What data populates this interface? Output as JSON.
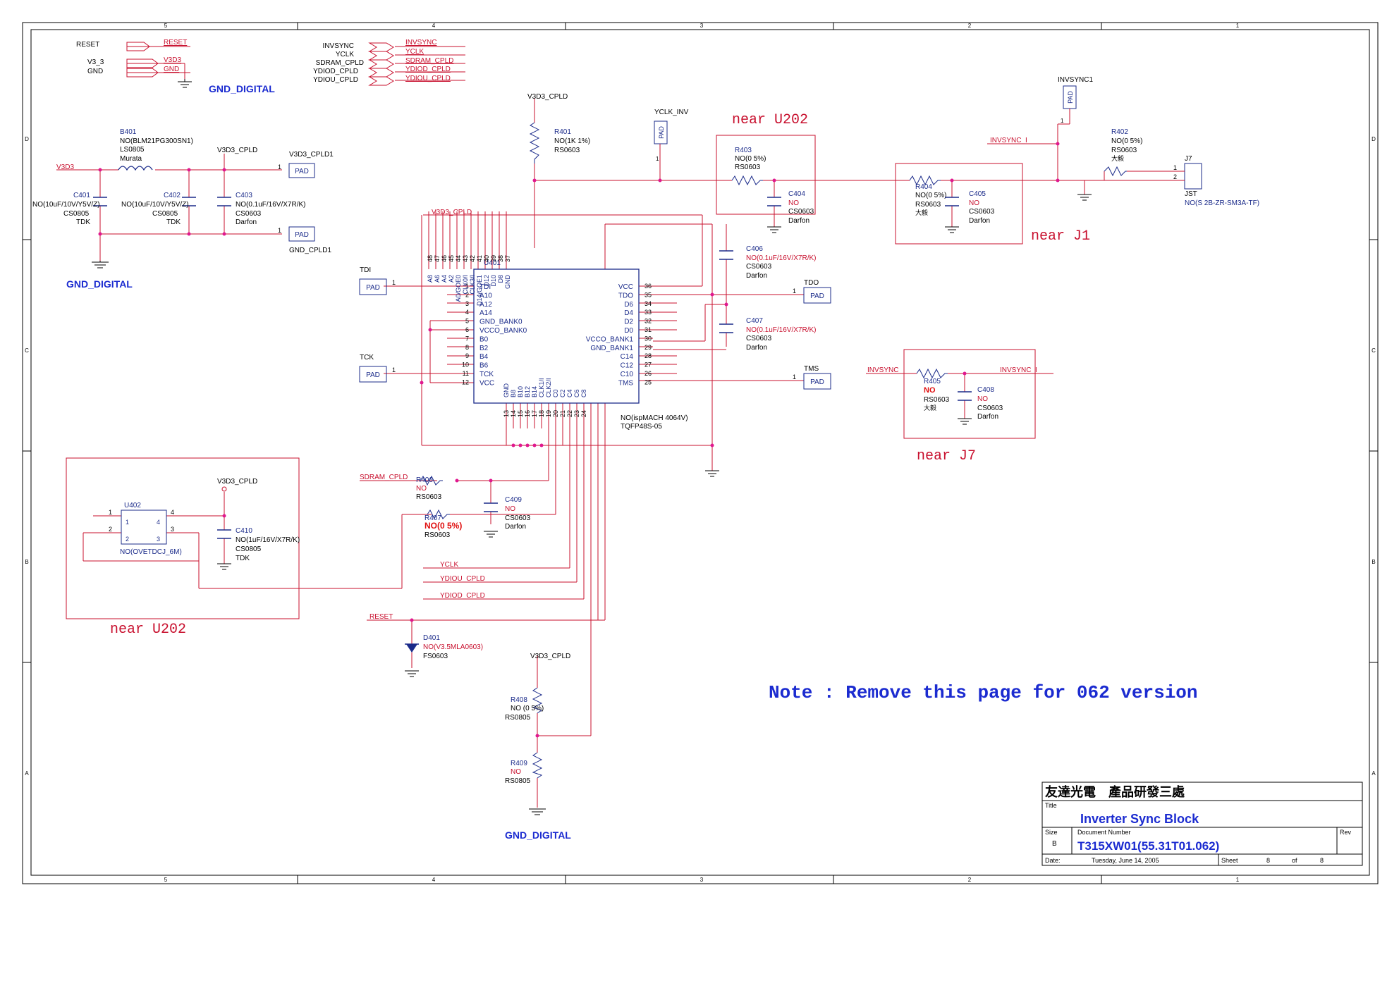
{
  "title_block": {
    "company": "友達光電　產品研發三處",
    "title_label": "Title",
    "title": "Inverter Sync Block",
    "size_label": "Size",
    "size": "B",
    "docnum_label": "Document Number",
    "docnum": "T315XW01(55.31T01.062)",
    "rev_label": "Rev",
    "date_label": "Date:",
    "date": "Tuesday, June 14, 2005",
    "sheet_label": "Sheet",
    "sheet": "8",
    "of_label": "of",
    "of": "8"
  },
  "note": "Note : Remove this  page for 062 version",
  "zones": {
    "cols": [
      "5",
      "4",
      "3",
      "2",
      "1"
    ],
    "rows": [
      "D",
      "C",
      "B",
      "A"
    ]
  },
  "ports_left": {
    "reset": "RESET",
    "v3_3": "V3_3",
    "gnd": "GND",
    "gnd_digital": "GND_DIGITAL",
    "port_reset": "RESET",
    "port_v3d3": "V3D3",
    "port_gnd": "GND"
  },
  "ports_mid": {
    "labels": [
      "INVSYNC",
      "YCLK",
      "SDRAM_CPLD",
      "YDIOD_CPLD",
      "YDIOU_CPLD"
    ],
    "flags": [
      "INVSYNC",
      "YCLK",
      "SDRAM_CPLD",
      "YDIOD_CPLD",
      "YDIOU_CPLD"
    ]
  },
  "power": {
    "v3d3": "V3D3",
    "v3d3_cpld": "V3D3_CPLD",
    "v3d3_cpld_top": "V3D3_CPLD",
    "v3d3_cpld_u402": "V3D3_CPLD",
    "v3d3_cpld_r408": "V3D3_CPLD",
    "v3d3_cpld_box": "V3D3_CPLD",
    "gnd_digital_1": "GND_DIGITAL",
    "gnd_digital_2": "GND_DIGITAL"
  },
  "b401": {
    "ref": "B401",
    "val": "NO(BLM21PG300SN1)",
    "pkg": "LS0805",
    "mfr": "Murata"
  },
  "c401": {
    "ref": "C401",
    "val": "NO(10uF/10V/Y5V/Z)",
    "pkg": "CS0805",
    "mfr": "TDK"
  },
  "c402": {
    "ref": "C402",
    "val": "NO(10uF/10V/Y5V/Z)",
    "pkg": "CS0805",
    "mfr": "TDK"
  },
  "c403": {
    "ref": "C403",
    "val": "NO(0.1uF/16V/X7R/K)",
    "pkg": "CS0603",
    "mfr": "Darfon"
  },
  "pads": {
    "pad_text": "PAD",
    "v3d3_cpld1": "V3D3_CPLD1",
    "gnd_cpld1": "GND_CPLD1",
    "tdi": "TDI",
    "tck": "TCK",
    "tdo": "TDO",
    "tms": "TMS",
    "yclk_inv": "YCLK_INV",
    "invsync1": "INVSYNC1"
  },
  "r401": {
    "ref": "R401",
    "val": "NO(1K 1%)",
    "pkg": "RS0603"
  },
  "r402": {
    "ref": "R402",
    "val": "NO(0 5%)",
    "pkg": "RS0603",
    "mfr": "大毅"
  },
  "r403": {
    "ref": "R403",
    "val": "NO(0 5%)",
    "pkg": "RS0603"
  },
  "r404": {
    "ref": "R404",
    "val": "NO(0 5%)",
    "pkg": "RS0603",
    "mfr": "大毅"
  },
  "r405": {
    "ref": "R405",
    "val": "NO",
    "pkg": "RS0603",
    "mfr": "大毅"
  },
  "r406": {
    "ref": "R406",
    "val": "NO",
    "pkg": "RS0603"
  },
  "r407": {
    "ref": "R407",
    "val": "NO(0 5%)",
    "pkg": "RS0603"
  },
  "r408": {
    "ref": "R408",
    "val": "NO (0 5%)",
    "pkg": "RS0805"
  },
  "r409": {
    "ref": "R409",
    "val": "NO",
    "pkg": "RS0805"
  },
  "c404": {
    "ref": "C404",
    "val": "NO",
    "pkg": "CS0603",
    "mfr": "Darfon"
  },
  "c405": {
    "ref": "C405",
    "val": "NO",
    "pkg": "CS0603",
    "mfr": "Darfon"
  },
  "c406": {
    "ref": "C406",
    "val": "NO(0.1uF/16V/X7R/K)",
    "pkg": "CS0603",
    "mfr": "Darfon"
  },
  "c407": {
    "ref": "C407",
    "val": "NO(0.1uF/16V/X7R/K)",
    "pkg": "CS0603",
    "mfr": "Darfon"
  },
  "c408": {
    "ref": "C408",
    "val": "NO",
    "pkg": "CS0603",
    "mfr": "Darfon"
  },
  "c409": {
    "ref": "C409",
    "val": "NO",
    "pkg": "CS0603",
    "mfr": "Darfon"
  },
  "c410": {
    "ref": "C410",
    "val": "NO(1uF/16V/X7R/K)",
    "pkg": "CS0805",
    "mfr": "TDK"
  },
  "d401": {
    "ref": "D401",
    "val": "NO(V3.5MLA0603)",
    "pkg": "FS0603"
  },
  "j7": {
    "ref": "J7",
    "mfr": "JST",
    "val": "NO(S 2B-ZR-SM3A-TF)",
    "pin1": "1",
    "pin2": "2"
  },
  "nets": {
    "invsync_i": "INVSYNC_I",
    "invsync_i2": "INVSYNC_I",
    "invsync": "INVSYNC",
    "sdram_cpld": "SDRAM_CPLD",
    "reset": "RESET",
    "yclk": "YCLK",
    "ydiou_cpld": "YDIOU_CPLD",
    "ydiod_cpld": "YDIOD_CPLD"
  },
  "near_labels": {
    "u202_top": "near U202",
    "j1": "near J1",
    "j7": "near J7",
    "u202_bottom": "near U202"
  },
  "u401": {
    "ref": "U401",
    "val": "NO(ispMACH 4064V)",
    "pkg": "TQFP48S-05",
    "left": [
      {
        "num": "1",
        "name": "TDI"
      },
      {
        "num": "2",
        "name": "A10"
      },
      {
        "num": "3",
        "name": "A12"
      },
      {
        "num": "4",
        "name": "A14"
      },
      {
        "num": "5",
        "name": "GND_BANK0"
      },
      {
        "num": "6",
        "name": "VCCO_BANK0"
      },
      {
        "num": "7",
        "name": "B0"
      },
      {
        "num": "8",
        "name": "B2"
      },
      {
        "num": "9",
        "name": "B4"
      },
      {
        "num": "10",
        "name": "B6"
      },
      {
        "num": "11",
        "name": "TCK"
      },
      {
        "num": "12",
        "name": "VCC"
      }
    ],
    "right": [
      {
        "num": "36",
        "name": "VCC"
      },
      {
        "num": "35",
        "name": "TDO"
      },
      {
        "num": "34",
        "name": "D6"
      },
      {
        "num": "33",
        "name": "D4"
      },
      {
        "num": "32",
        "name": "D2"
      },
      {
        "num": "31",
        "name": "D0"
      },
      {
        "num": "30",
        "name": "VCCO_BANK1"
      },
      {
        "num": "29",
        "name": "GND_BANK1"
      },
      {
        "num": "28",
        "name": "C14"
      },
      {
        "num": "27",
        "name": "C12"
      },
      {
        "num": "26",
        "name": "C10"
      },
      {
        "num": "25",
        "name": "TMS"
      }
    ],
    "top": [
      {
        "num": "48",
        "name": "A8"
      },
      {
        "num": "47",
        "name": "A6"
      },
      {
        "num": "46",
        "name": "A4"
      },
      {
        "num": "45",
        "name": "A2"
      },
      {
        "num": "44",
        "name": "A0/GOE0"
      },
      {
        "num": "43",
        "name": "CLK0/I"
      },
      {
        "num": "42",
        "name": "CLK3/I"
      },
      {
        "num": "41",
        "name": "D14/GOE1"
      },
      {
        "num": "40",
        "name": "D12"
      },
      {
        "num": "39",
        "name": "D10"
      },
      {
        "num": "38",
        "name": "D8"
      },
      {
        "num": "37",
        "name": "GND"
      }
    ],
    "bottom": [
      {
        "num": "13",
        "name": "GND"
      },
      {
        "num": "14",
        "name": "B8"
      },
      {
        "num": "15",
        "name": "B10"
      },
      {
        "num": "16",
        "name": "B12"
      },
      {
        "num": "17",
        "name": "B14"
      },
      {
        "num": "18",
        "name": "CLK1/I"
      },
      {
        "num": "19",
        "name": "CLK2/I"
      },
      {
        "num": "20",
        "name": "C0"
      },
      {
        "num": "21",
        "name": "C2"
      },
      {
        "num": "22",
        "name": "C4"
      },
      {
        "num": "23",
        "name": "C6"
      },
      {
        "num": "24",
        "name": "C8"
      }
    ]
  },
  "u402": {
    "ref": "U402",
    "val": "NO(OVETDCJ_6M)",
    "p1": "1",
    "p2": "2",
    "p3": "3",
    "p4": "4"
  },
  "pin1": "1",
  "colors": {
    "wire": "#c8102e",
    "ink": "#1b2b8a",
    "text": "#000000",
    "junction": "#e0188f",
    "highlight": "#e01010"
  }
}
